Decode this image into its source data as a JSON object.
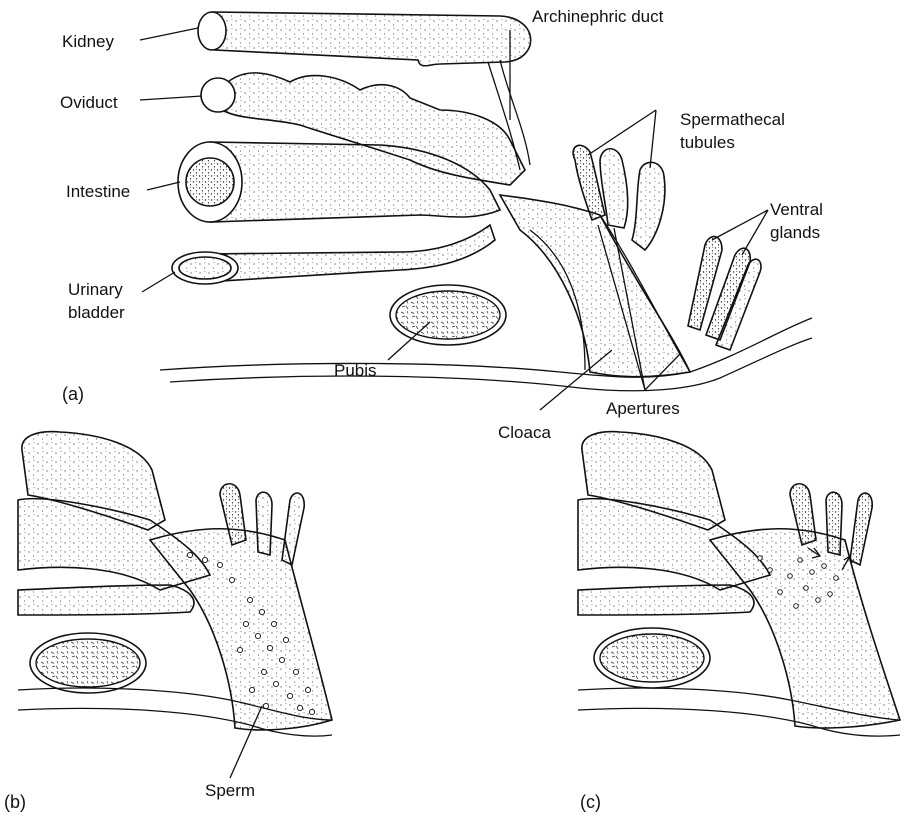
{
  "labels": {
    "kidney": "Kidney",
    "oviduct": "Oviduct",
    "intestine": "Intestine",
    "urinary_bladder_1": "Urinary",
    "urinary_bladder_2": "bladder",
    "pubis": "Pubis",
    "archinephric_duct": "Archinephric duct",
    "spermathecal_tubules_1": "Spermathecal",
    "spermathecal_tubules_2": "tubules",
    "ventral_glands_1": "Ventral",
    "ventral_glands_2": "glands",
    "apertures": "Apertures",
    "cloaca": "Cloaca",
    "sperm": "Sperm"
  },
  "panels": {
    "a": "(a)",
    "b": "(b)",
    "c": "(c)"
  }
}
